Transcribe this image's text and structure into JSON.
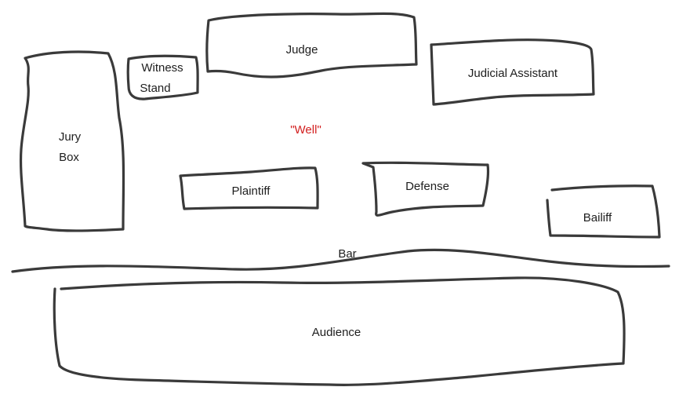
{
  "diagram": {
    "labels": {
      "judge": "Judge",
      "witness_stand_line1": "Witness",
      "witness_stand_line2": "Stand",
      "judicial_assistant": "Judicial Assistant",
      "jury_box_line1": "Jury",
      "jury_box_line2": "Box",
      "well": "\"Well\"",
      "plaintiff": "Plaintiff",
      "defense": "Defense",
      "bailiff": "Bailiff",
      "bar": "Bar",
      "audience": "Audience"
    },
    "colors": {
      "stroke": "#3a3a3a",
      "text": "#1e1e1e",
      "well_text": "#d21e1e"
    }
  }
}
